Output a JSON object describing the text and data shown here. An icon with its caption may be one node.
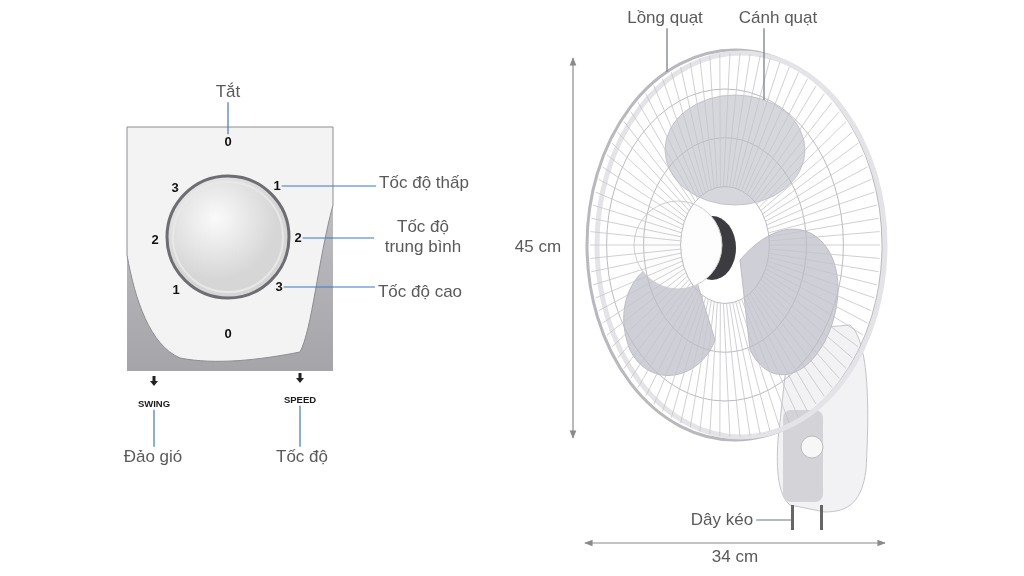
{
  "diagram": {
    "nodes": [
      {
        "text": [
          "Tắt"
        ]
      },
      {
        "text": [
          "0"
        ]
      },
      {
        "text": [
          "Tốc độ thấp"
        ]
      },
      {
        "text": [
          "1"
        ]
      },
      {
        "text": [
          "Tốc độ trung bình"
        ]
      },
      {
        "text": [
          "2"
        ]
      },
      {
        "text": [
          "Tốc độ cao"
        ]
      },
      {
        "text": [
          "3"
        ]
      },
      {
        "text": [
          "SWING"
        ]
      },
      {
        "text": [
          "Đảo gió"
        ]
      },
      {
        "text": [
          "SPEED"
        ]
      },
      {
        "text": [
          "Tốc độ"
        ]
      },
      {
        "text": [
          "Lồng quạt"
        ]
      },
      {
        "text": [],
        "shape": "picture"
      },
      {
        "text": [
          "Cánh quạt"
        ]
      },
      {
        "text": [],
        "shape": "picture",
        "in": 13
      },
      {
        "text": [
          "Dây kéo"
        ]
      },
      {
        "text": [],
        "shape": "bar"
      }
    ],
    "edges": [
      {
        "from": 0,
        "to": 1,
        "arrow": "none"
      },
      {
        "from": 2,
        "to": 3,
        "arrow": "none"
      },
      {
        "from": 4,
        "to": 5,
        "arrow": "none"
      },
      {
        "from": 6,
        "to": 7,
        "arrow": "none"
      },
      {
        "from": 9,
        "to": 8,
        "arrow": "none"
      },
      {
        "from": 11,
        "to": 10,
        "arrow": "none"
      },
      {
        "from": 12,
        "to": 13,
        "arrow": "none",
        "color": "#707680"
      },
      {
        "from": 14,
        "to": 15,
        "arrow": "none",
        "color": "#707680"
      },
      {
        "from": 16,
        "to": 17,
        "arrow": "none",
        "color": "#707680"
      }
    ],
    "labels": [
      "3",
      "2",
      "1",
      "0",
      "45 cm",
      "34 cm"
    ]
  }
}
